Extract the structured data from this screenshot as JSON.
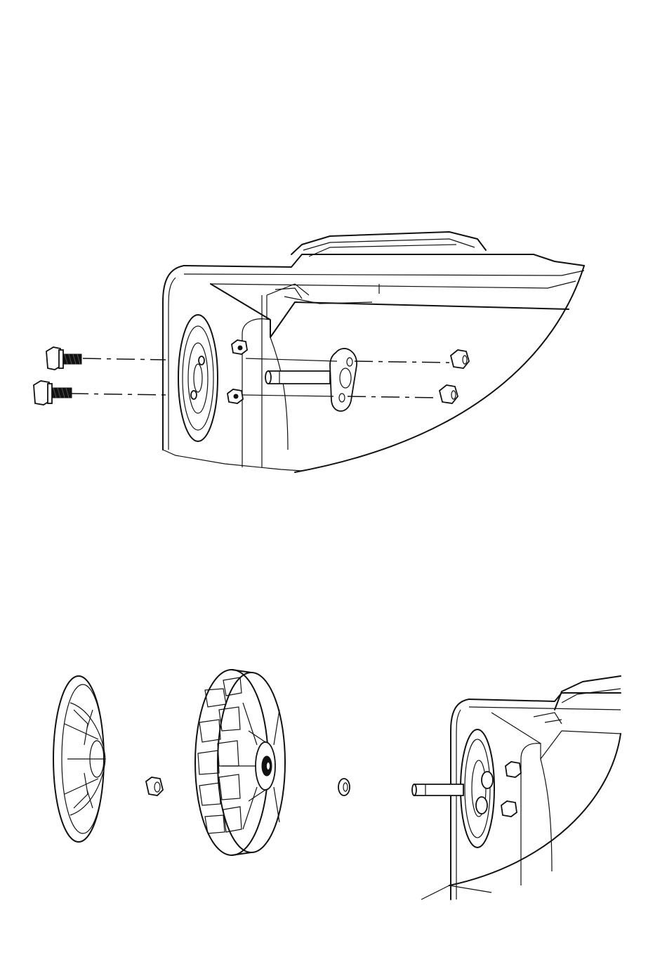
{
  "figure": {
    "panels": [
      {
        "id": "axle-mounting",
        "parts": [
          "flange-bolt-upper",
          "flange-bolt-lower",
          "axle-shaft",
          "mounting-plate",
          "flange-nut-upper",
          "flange-nut-lower",
          "mower-deck-rear"
        ]
      },
      {
        "id": "wheel-installation",
        "parts": [
          "hub-cap",
          "wheel-nut",
          "rear-wheel",
          "spacer-washer",
          "axle-stub",
          "mower-deck-rear"
        ]
      }
    ]
  }
}
